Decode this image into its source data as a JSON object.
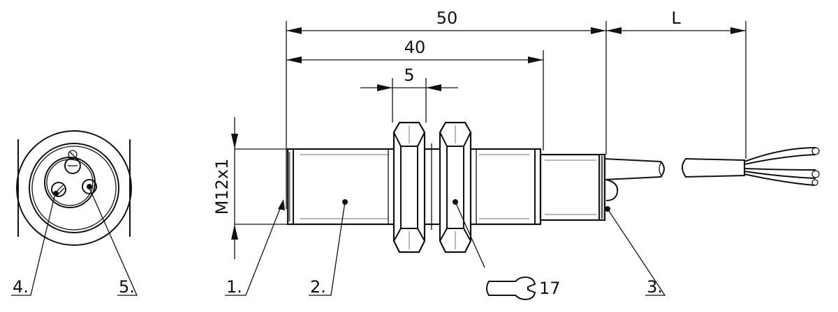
{
  "dimensions": {
    "overall_length": "50",
    "thread_length": "40",
    "nut_thickness": "5",
    "cable_length": "L",
    "thread_size": "M12x1",
    "wrench_size": "17"
  },
  "callouts": [
    {
      "id": "1",
      "label": "1."
    },
    {
      "id": "2",
      "label": "2."
    },
    {
      "id": "3",
      "label": "3."
    },
    {
      "id": "4",
      "label": "4."
    },
    {
      "id": "5",
      "label": "5."
    }
  ],
  "icons": {
    "wrench": "open-end-wrench-icon"
  }
}
